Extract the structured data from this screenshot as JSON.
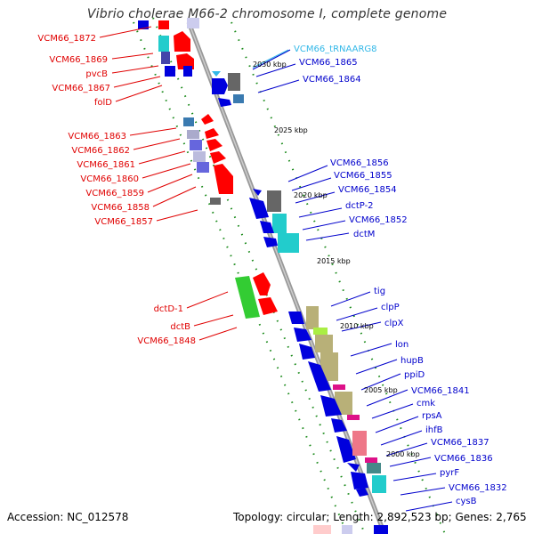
{
  "title": "Vibrio cholerae M66-2 chromosome I, complete genome",
  "footer": {
    "accession": "Accession: NC_012578",
    "topology": "Topology: circular; Length: 2,892,523 bp; Genes: 2,765"
  },
  "kbp_labels": [
    "2030 kbp",
    "2025 kbp",
    "2020 kbp",
    "2015 kbp",
    "2010 kbp",
    "2005 kbp",
    "2000 kbp"
  ],
  "left_genes": [
    "VCM66_1872",
    "VCM66_1869",
    "pvcB",
    "VCM66_1867",
    "folD",
    "VCM66_1863",
    "VCM66_1862",
    "VCM66_1861",
    "VCM66_1860",
    "VCM66_1859",
    "VCM66_1858",
    "VCM66_1857",
    "dctD-1",
    "dctB",
    "VCM66_1848"
  ],
  "right_genes": [
    "VCM66_tRNAARG8",
    "VCM66_1865",
    "VCM66_1864",
    "VCM66_1856",
    "VCM66_1855",
    "VCM66_1854",
    "dctP-2",
    "VCM66_1852",
    "dctM",
    "tig",
    "clpP",
    "clpX",
    "lon",
    "hupB",
    "ppiD",
    "VCM66_1841",
    "cmk",
    "rpsA",
    "ihfB",
    "VCM66_1837",
    "VCM66_1836",
    "pyrF",
    "VCM66_1832",
    "cysB"
  ],
  "colors": {
    "reverse_strand": "#ff0000",
    "forward_strand": "#0000dd",
    "trna": "#33b8e8",
    "dct_operon": "#33cc33",
    "clp_operon": "#b8b078",
    "cyan_genes": "#22cccc",
    "backbone": "#888888",
    "tick_marks": "#1a8a1a"
  }
}
